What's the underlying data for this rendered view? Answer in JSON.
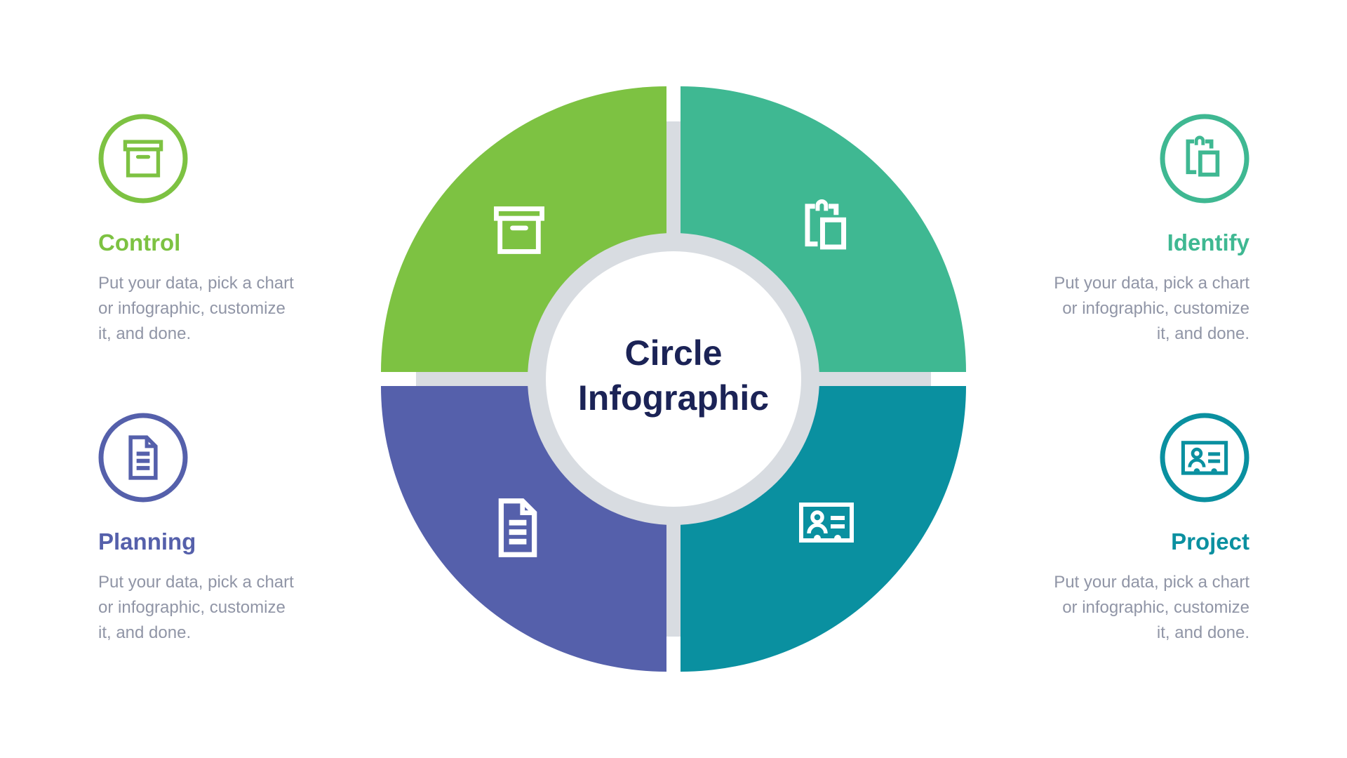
{
  "center": {
    "title": "Circle\nInfographic"
  },
  "sections": [
    {
      "title": "Control",
      "description": "Put your data, pick a chart\nor infographic, customize\nit, and done.",
      "icon": "archive-box-icon",
      "side": "left",
      "color_key": "green"
    },
    {
      "title": "Identify",
      "description": "Put your data, pick a chart\nor infographic, customize\nit, and done.",
      "icon": "clipboard-icon",
      "side": "right",
      "color_key": "teal"
    },
    {
      "title": "Planning",
      "description": "Put your data, pick a chart\nor infographic, customize\nit, and done.",
      "icon": "document-icon",
      "side": "left",
      "color_key": "purple"
    },
    {
      "title": "Project",
      "description": "Put your data, pick a chart\nor infographic, customize\nit, and done.",
      "icon": "id-card-icon",
      "side": "right",
      "color_key": "cyan"
    }
  ],
  "colors": {
    "green": "#7dc242",
    "teal": "#3fb892",
    "purple": "#5560ab",
    "cyan": "#0a90a0",
    "gray": "#d8dce1",
    "navy": "#1b2356",
    "body": "#9095a6"
  }
}
